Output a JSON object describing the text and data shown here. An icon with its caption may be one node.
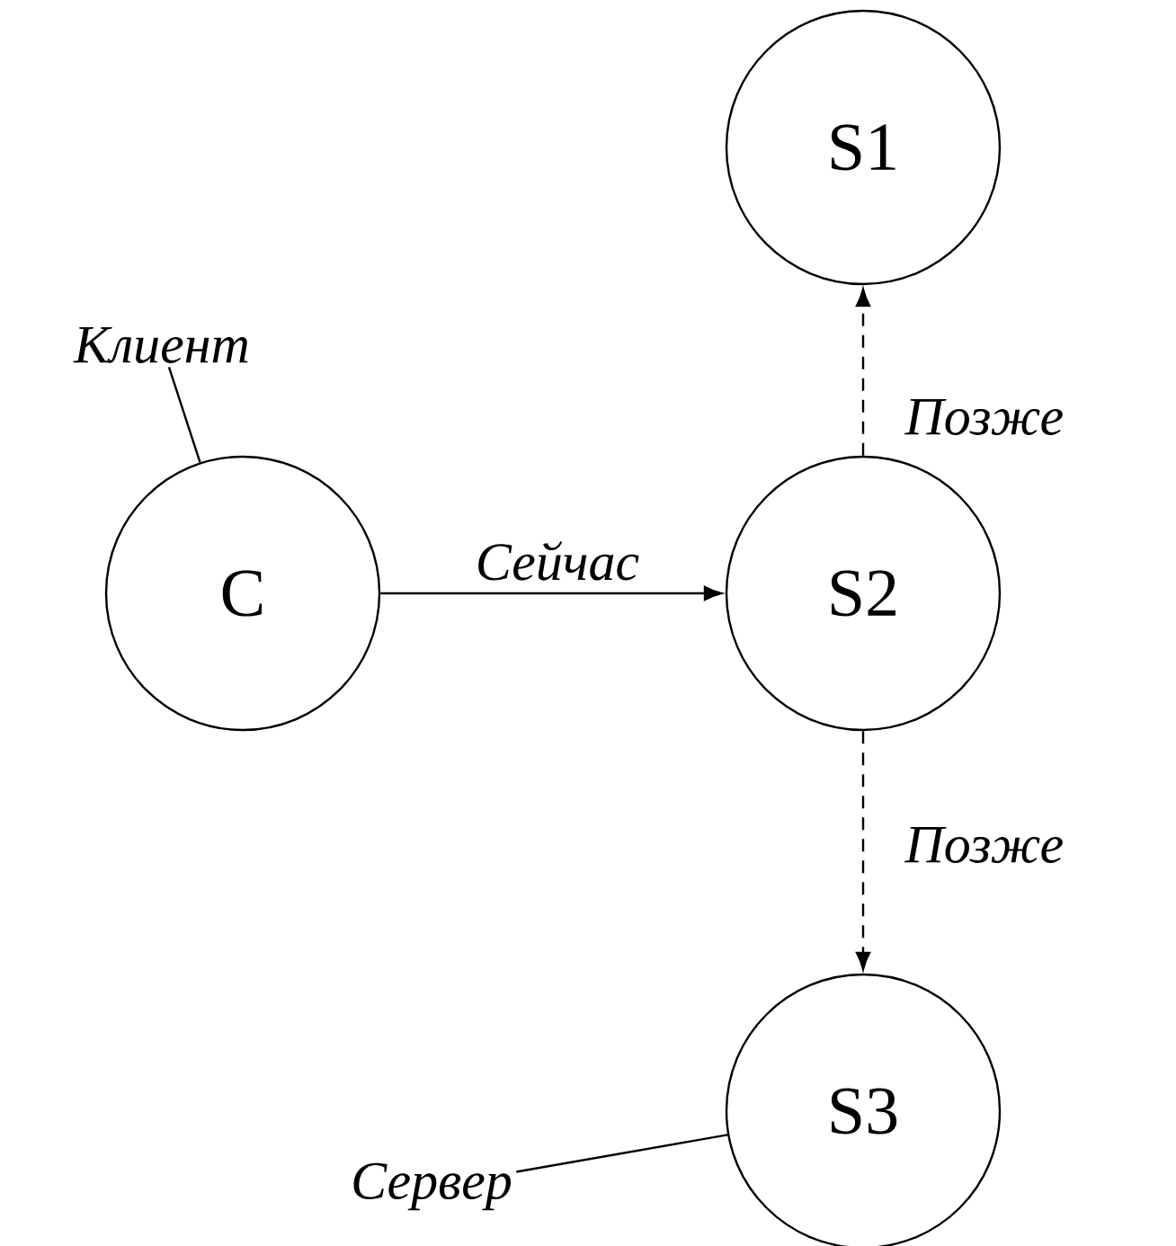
{
  "diagram": {
    "nodes": [
      {
        "text": [
          "Клиент"
        ]
      },
      {
        "text": [
          "C"
        ]
      },
      {
        "text": [
          "S1"
        ]
      },
      {
        "text": [
          "S2"
        ]
      },
      {
        "text": [
          "S3"
        ]
      },
      {
        "text": [
          "Сервер"
        ]
      }
    ],
    "edges": [
      {
        "from": 0,
        "to": 1,
        "arrow": "none"
      },
      {
        "from": 1,
        "to": 3,
        "arrow": "to",
        "label": "Сейчас"
      },
      {
        "from": 3,
        "to": 2,
        "arrow": "to",
        "label": "Позже",
        "style": "dashed"
      },
      {
        "from": 3,
        "to": 4,
        "arrow": "to",
        "label": "Позже",
        "style": "dashed"
      },
      {
        "from": 5,
        "to": 4,
        "arrow": "none"
      }
    ]
  }
}
